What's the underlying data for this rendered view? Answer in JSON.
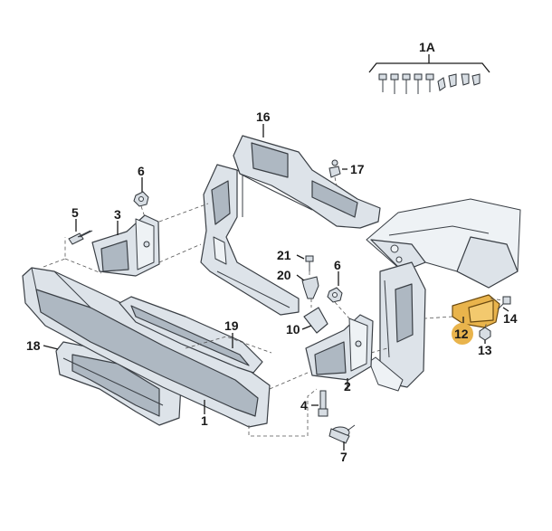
{
  "labels": {
    "l1": "1",
    "l1a": "1A",
    "l2": "2",
    "l3": "3",
    "l4": "4",
    "l5": "5",
    "l6a": "6",
    "l6b": "6",
    "l7": "7",
    "l10": "10",
    "l12": "12",
    "l13": "13",
    "l14": "14",
    "l16": "16",
    "l17": "17",
    "l18": "18",
    "l19": "19",
    "l20": "20",
    "l21": "21"
  },
  "colors": {
    "highlight": "#e9b44c",
    "part_fill": "#dde3e9",
    "outline": "#3a3f45"
  },
  "highlighted_part": "12"
}
